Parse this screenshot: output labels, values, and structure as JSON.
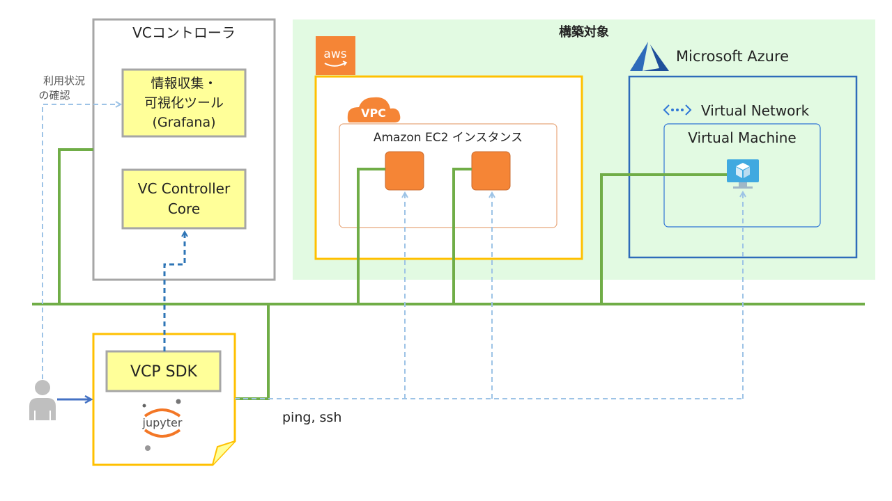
{
  "target_area": {
    "title": "構築対象"
  },
  "controller": {
    "title": "VCコントローラ",
    "monitor_box": {
      "line1": "情報収集・",
      "line2": "可視化ツール",
      "line3": "(Grafana)"
    },
    "core_box": {
      "line1": "VC Controller",
      "line2": "Core"
    }
  },
  "side_note": {
    "line1": "利用状況",
    "line2": "の確認"
  },
  "aws": {
    "logo_text": "aws",
    "vpc_badge": "VPC",
    "ec2_label": "Amazon EC2 インスタンス"
  },
  "azure": {
    "title": "Microsoft Azure",
    "network_label": "Virtual Network",
    "vm_label": "Virtual Machine"
  },
  "sdk": {
    "label": "VCP SDK",
    "jupyter_text": "jupyter"
  },
  "ping_label": "ping, ssh",
  "colors": {
    "network_green": "#70ad47",
    "aws_orange": "#f58536",
    "aws_box": "#ffc000",
    "azure_blue": "#2e6bba",
    "target_bg": "#e2fae2",
    "note_yellow": "#ffff99",
    "dashed_light": "#9dc3e6",
    "dashed_dark": "#2e75b6"
  }
}
